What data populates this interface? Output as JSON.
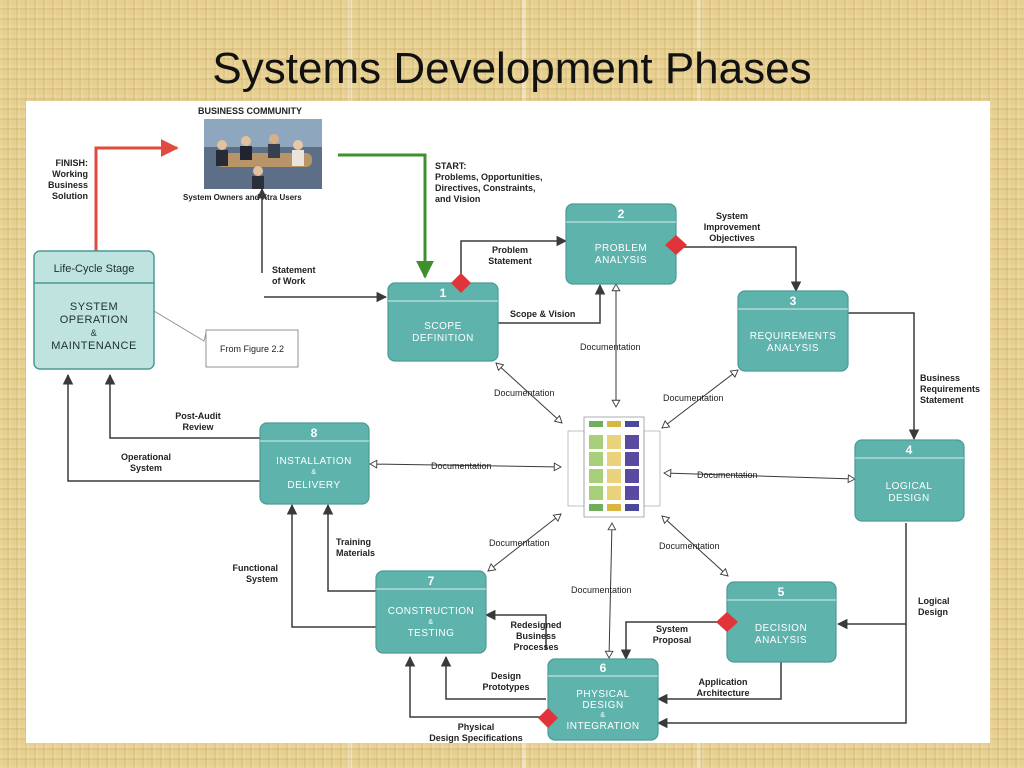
{
  "slide": {
    "title": "Systems Development Phases"
  },
  "community": {
    "heading": "BUSINESS COMMUNITY",
    "caption": "System Owners and Xtra Users"
  },
  "finish": [
    "FINISH:",
    "Working",
    "Business",
    "Solution"
  ],
  "start": [
    "START:",
    "Problems, Opportunities,",
    "Directives, Constraints,",
    "and Vision"
  ],
  "lifecycle": {
    "header": "Life-Cycle Stage",
    "lines": [
      "SYSTEM",
      "OPERATION",
      "&",
      "MAINTENANCE"
    ],
    "callout": "From Figure 2.2"
  },
  "phases": [
    {
      "num": "1",
      "lines": [
        "SCOPE",
        "DEFINITION"
      ]
    },
    {
      "num": "2",
      "lines": [
        "PROBLEM",
        "ANALYSIS"
      ]
    },
    {
      "num": "3",
      "lines": [
        "REQUIREMENTS",
        "ANALYSIS"
      ]
    },
    {
      "num": "4",
      "lines": [
        "LOGICAL",
        "DESIGN"
      ]
    },
    {
      "num": "5",
      "lines": [
        "DECISION",
        "ANALYSIS"
      ]
    },
    {
      "num": "6",
      "lines": [
        "PHYSICAL",
        "DESIGN",
        "&",
        "INTEGRATION"
      ]
    },
    {
      "num": "7",
      "lines": [
        "CONSTRUCTION",
        "&",
        "TESTING"
      ]
    },
    {
      "num": "8",
      "lines": [
        "INSTALLATION",
        "&",
        "DELIVERY"
      ]
    }
  ],
  "labels": {
    "statement_of_work": [
      "Statement",
      "of Work"
    ],
    "problem_statement": [
      "Problem",
      "Statement"
    ],
    "scope_vision": [
      "Scope & Vision"
    ],
    "improvement_objectives": [
      "System",
      "Improvement",
      "Objectives"
    ],
    "business_requirements": [
      "Business",
      "Requirements",
      "Statement"
    ],
    "logical_design": [
      "Logical",
      "Design"
    ],
    "application_architecture": [
      "Application",
      "Architecture"
    ],
    "system_proposal": [
      "System",
      "Proposal"
    ],
    "redesigned_processes": [
      "Redesigned",
      "Business",
      "Processes"
    ],
    "design_prototypes": [
      "Design",
      "Prototypes"
    ],
    "physical_specs": [
      "Physical",
      "Design Specifications"
    ],
    "functional_system": [
      "Functional",
      "System"
    ],
    "training_materials": [
      "Training",
      "Materials"
    ],
    "post_audit": [
      "Post-Audit",
      "Review"
    ],
    "operational_system": [
      "Operational",
      "System"
    ]
  },
  "documentation_label": "Documentation",
  "colors": {
    "phase": "#5fb3ad",
    "phase_border": "#4a9a94",
    "arrow": "#3a3a3a",
    "finish_arrow": "#e04a3f",
    "start_arrow": "#3f8f2f",
    "diamond": "#e0343a"
  }
}
